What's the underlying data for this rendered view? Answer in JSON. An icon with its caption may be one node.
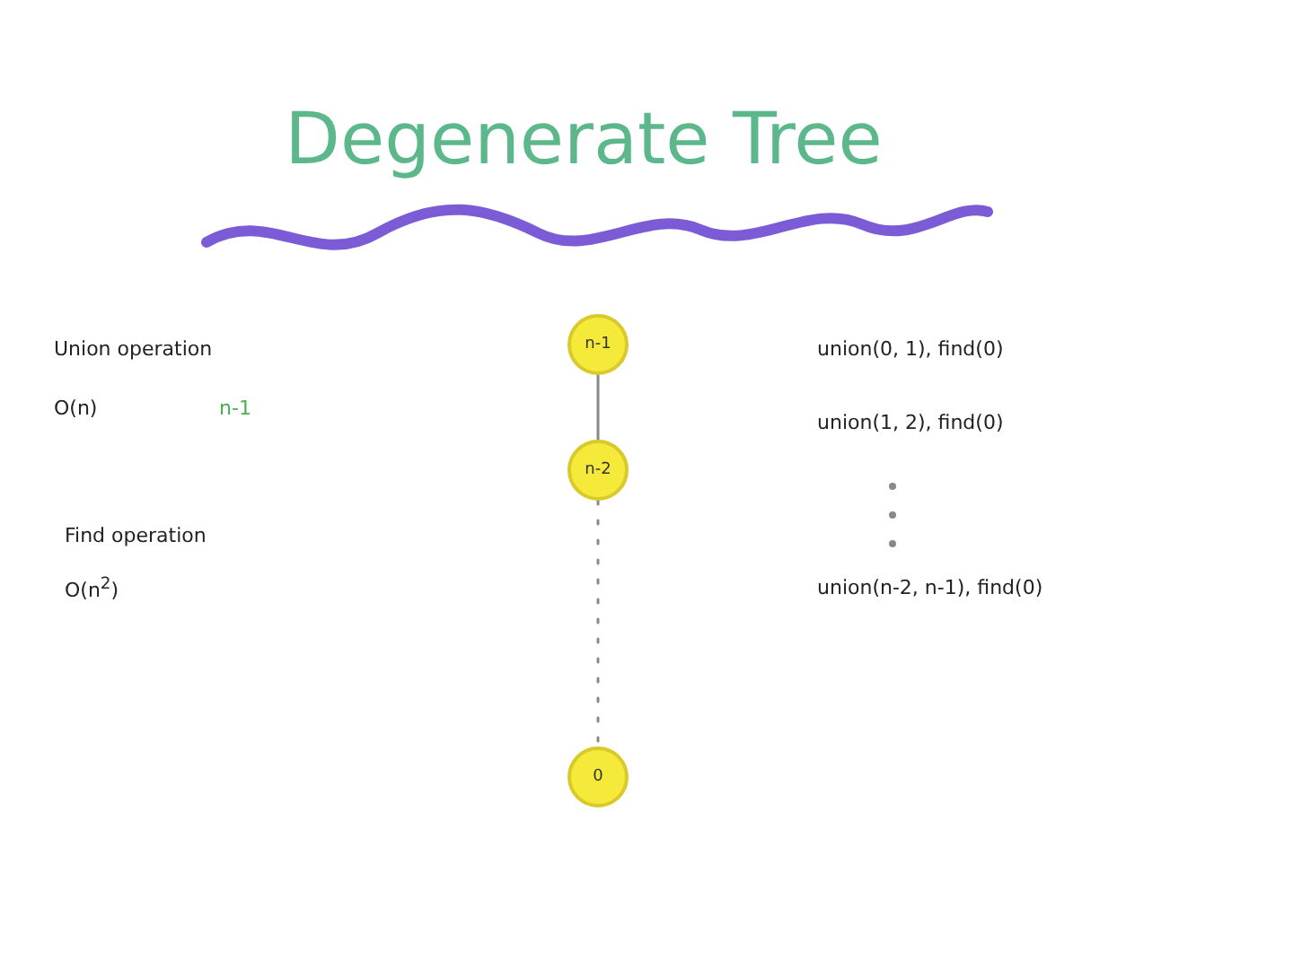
{
  "diagram": {
    "title": "Degenerate Tree",
    "nodes": [
      {
        "text": [
          "n-1"
        ]
      },
      {
        "text": [
          "n-2"
        ]
      },
      {
        "text": [
          "0"
        ]
      }
    ],
    "edges": [
      {
        "from": 0,
        "to": 1,
        "arrow": "none"
      },
      {
        "from": 1,
        "to": 2,
        "arrow": "none",
        "style": "dashed"
      }
    ],
    "labels": [
      "Union operation",
      "O(n)",
      "n-1",
      "Find operation",
      "O(n$^{2}$)",
      "union(0, 1), find(0)",
      "union(1, 2), find(0)",
      "union(n-2, n-1), find(0)"
    ]
  }
}
